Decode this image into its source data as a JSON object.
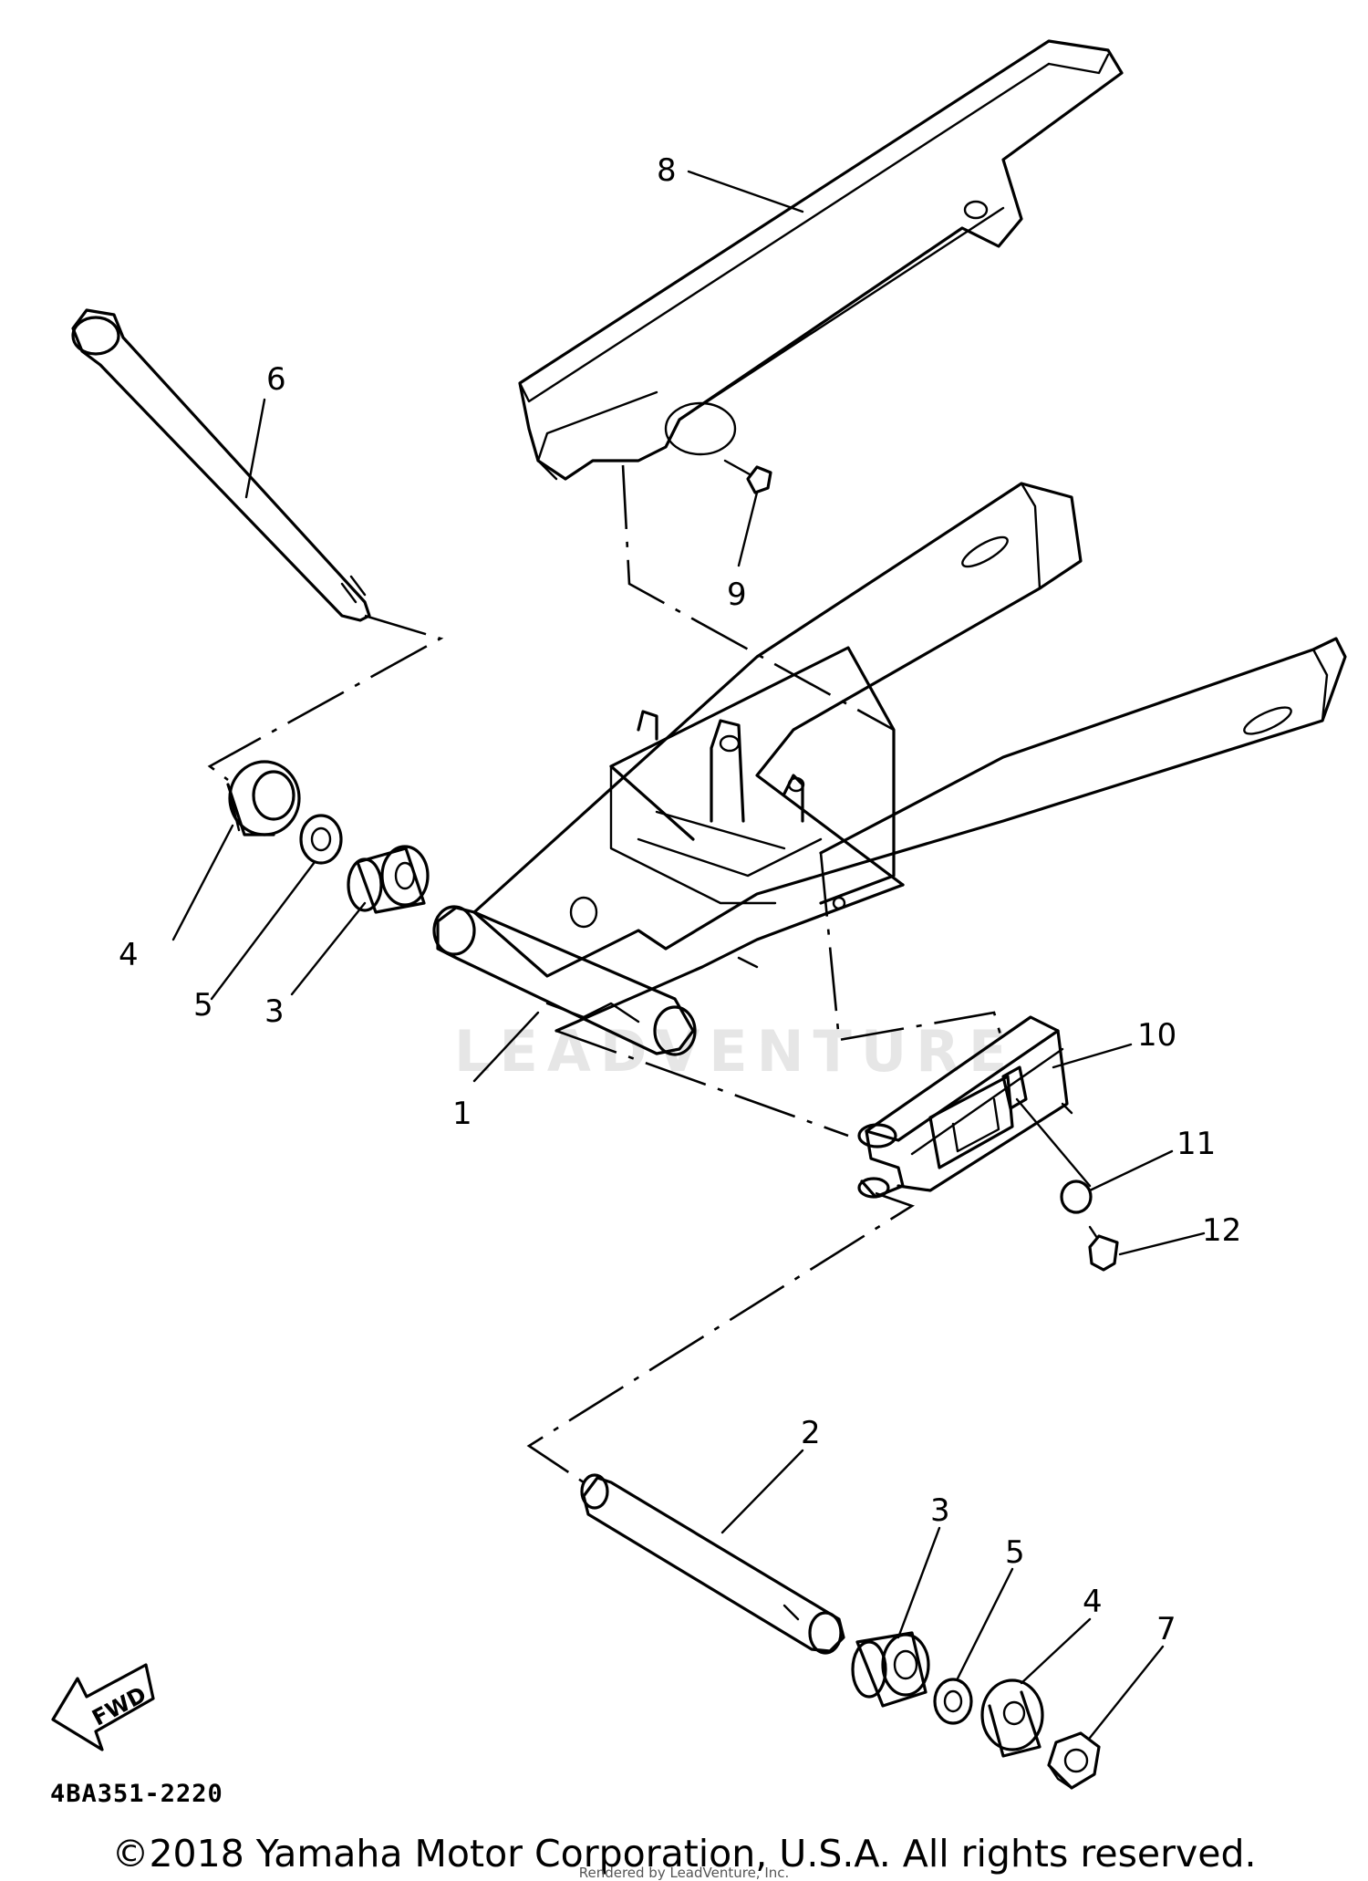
{
  "watermark": "LEADVENTURE",
  "part_code": "4BA351-2220",
  "fwd_label": "FWD",
  "callouts": {
    "c1": "1",
    "c2": "2",
    "c3a": "3",
    "c3b": "3",
    "c4a": "4",
    "c4b": "4",
    "c5a": "5",
    "c5b": "5",
    "c6": "6",
    "c7": "7",
    "c8": "8",
    "c9": "9",
    "c10": "10",
    "c11": "11",
    "c12": "12"
  },
  "copyright": "©2018 Yamaha Motor Corporation, U.S.A. All rights reserved.",
  "rendered_by": "Rendered by LeadVenture, Inc."
}
